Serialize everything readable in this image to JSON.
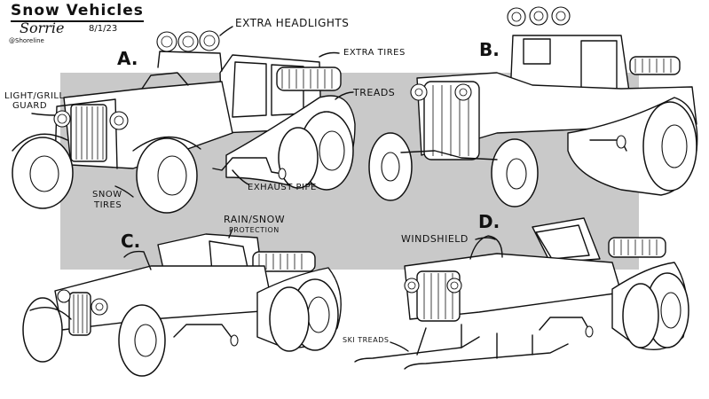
{
  "header": {
    "title": "Snow Vehicles",
    "signature": "Sorrie",
    "handle": "@Shoreline",
    "date": "8/1/23"
  },
  "vehicles": [
    {
      "letter": "A."
    },
    {
      "letter": "B."
    },
    {
      "letter": "C."
    },
    {
      "letter": "D."
    }
  ],
  "labels": {
    "extra_headlights": "Extra Headlights",
    "extra_tires": "Extra Tires",
    "light_grill_guard_1": "Light/Grill",
    "light_grill_guard_2": "Guard",
    "treads": "Treads",
    "exhaust_pipe": "Exhaust Pipe",
    "snow_tires_1": "Snow",
    "snow_tires_2": "Tires",
    "rain_snow_1": "Rain/Snow",
    "rain_snow_2": "Protection",
    "windshield": "Windshield",
    "ski_treads": "Ski Treads"
  },
  "colors": {
    "panel": "#c9c9c9",
    "ink": "#111111",
    "paper": "#ffffff"
  }
}
